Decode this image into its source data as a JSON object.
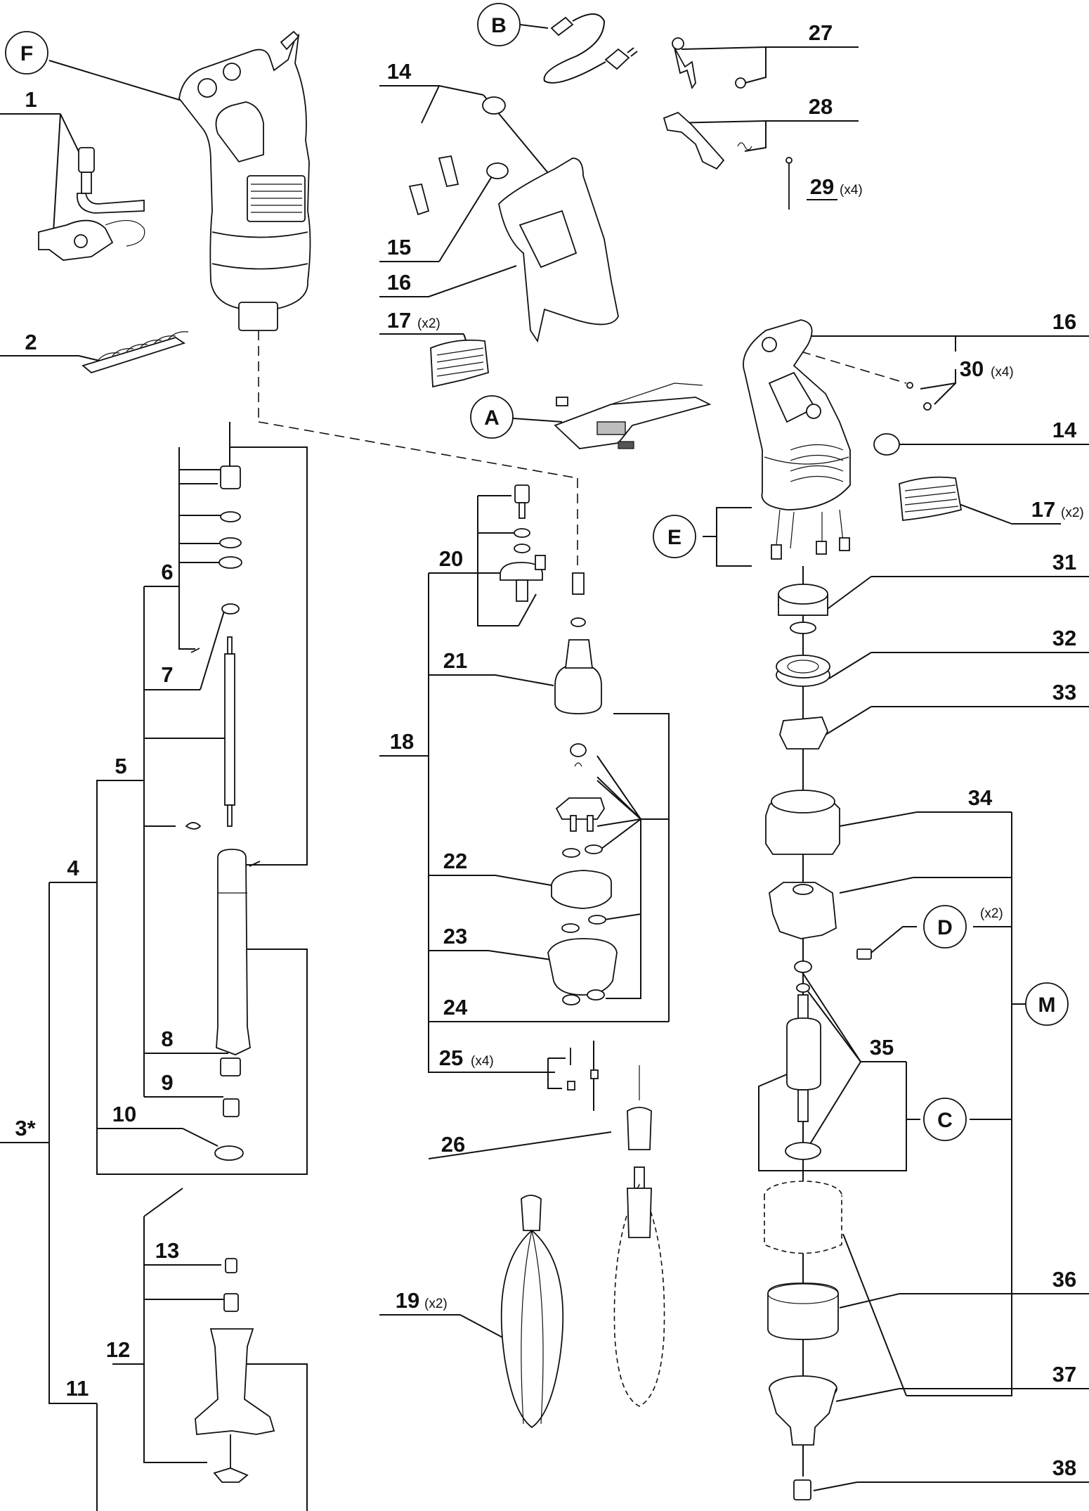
{
  "callouts": [
    {
      "id": "c1",
      "text": "1"
    },
    {
      "id": "c2",
      "text": "2"
    },
    {
      "id": "c3",
      "text": "3*"
    },
    {
      "id": "c4",
      "text": "4"
    },
    {
      "id": "c5",
      "text": "5"
    },
    {
      "id": "c6",
      "text": "6"
    },
    {
      "id": "c7",
      "text": "7"
    },
    {
      "id": "c8",
      "text": "8"
    },
    {
      "id": "c9",
      "text": "9"
    },
    {
      "id": "c10",
      "text": "10"
    },
    {
      "id": "c11",
      "text": "11"
    },
    {
      "id": "c12",
      "text": "12"
    },
    {
      "id": "c13",
      "text": "13"
    },
    {
      "id": "c14a",
      "text": "14"
    },
    {
      "id": "c14b",
      "text": "14"
    },
    {
      "id": "c15",
      "text": "15"
    },
    {
      "id": "c16a",
      "text": "16"
    },
    {
      "id": "c16b",
      "text": "16"
    },
    {
      "id": "c17a",
      "text": "17"
    },
    {
      "id": "c17b",
      "text": "17"
    },
    {
      "id": "c18",
      "text": "18"
    },
    {
      "id": "c19",
      "text": "19"
    },
    {
      "id": "c20",
      "text": "20"
    },
    {
      "id": "c21",
      "text": "21"
    },
    {
      "id": "c22",
      "text": "22"
    },
    {
      "id": "c23",
      "text": "23"
    },
    {
      "id": "c24",
      "text": "24"
    },
    {
      "id": "c25",
      "text": "25"
    },
    {
      "id": "c26",
      "text": "26"
    },
    {
      "id": "c27",
      "text": "27"
    },
    {
      "id": "c28",
      "text": "28"
    },
    {
      "id": "c29",
      "text": "29"
    },
    {
      "id": "c30",
      "text": "30"
    },
    {
      "id": "c31",
      "text": "31"
    },
    {
      "id": "c32",
      "text": "32"
    },
    {
      "id": "c33",
      "text": "33"
    },
    {
      "id": "c34",
      "text": "34"
    },
    {
      "id": "c35",
      "text": "35"
    },
    {
      "id": "c36",
      "text": "36"
    },
    {
      "id": "c37",
      "text": "37"
    },
    {
      "id": "c38",
      "text": "38"
    }
  ],
  "quantities": {
    "q17a": "(x2)",
    "q17b": "(x2)",
    "q19": "(x2)",
    "q25": "(x4)",
    "q29": "(x4)",
    "q30": "(x4)",
    "qD": "(x2)"
  },
  "assemblies": {
    "A": "A",
    "B": "B",
    "C": "C",
    "D": "D",
    "E": "E",
    "F": "F",
    "M": "M"
  }
}
